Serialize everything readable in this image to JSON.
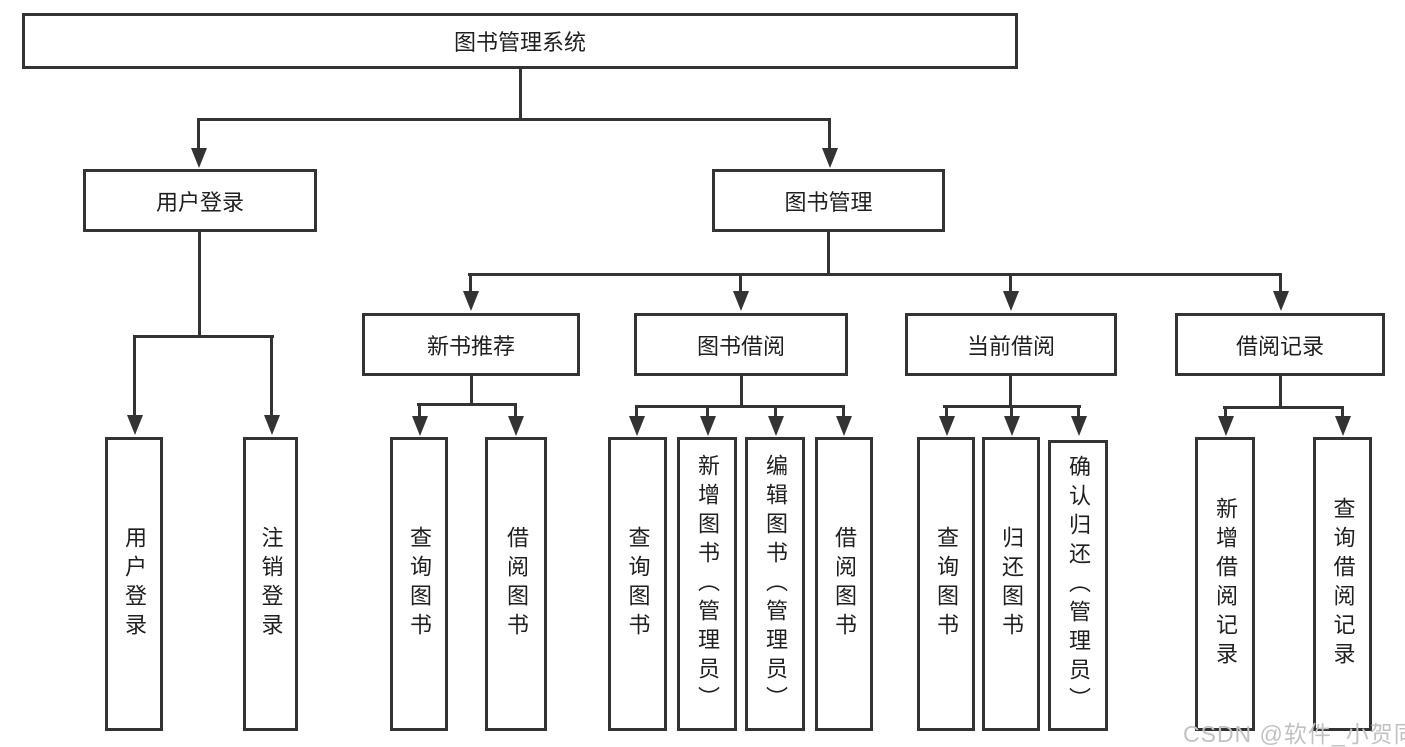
{
  "diagram": {
    "root": {
      "label": "图书管理系统"
    },
    "branches": [
      {
        "label": "用户登录",
        "children": [
          {
            "label": "用户登录"
          },
          {
            "label": "注销登录"
          }
        ]
      },
      {
        "label": "图书管理",
        "children": [
          {
            "label": "新书推荐",
            "children": [
              {
                "label": "查询图书"
              },
              {
                "label": "借阅图书"
              }
            ]
          },
          {
            "label": "图书借阅",
            "children": [
              {
                "label": "查询图书"
              },
              {
                "label": "新增图书（管理员）"
              },
              {
                "label": "编辑图书（管理员）"
              },
              {
                "label": "借阅图书"
              }
            ]
          },
          {
            "label": "当前借阅",
            "children": [
              {
                "label": "查询图书"
              },
              {
                "label": "归还图书"
              },
              {
                "label": "确认归还（管理员）"
              }
            ]
          },
          {
            "label": "借阅记录",
            "children": [
              {
                "label": "新增借阅记录"
              },
              {
                "label": "查询借阅记录"
              }
            ]
          }
        ]
      }
    ],
    "watermark": "CSDN @软件_小贺同学",
    "colors": {
      "line": "#333333",
      "text": "#1f1f1f",
      "watermark": "#c2c2c2",
      "background": "#ffffff"
    }
  }
}
